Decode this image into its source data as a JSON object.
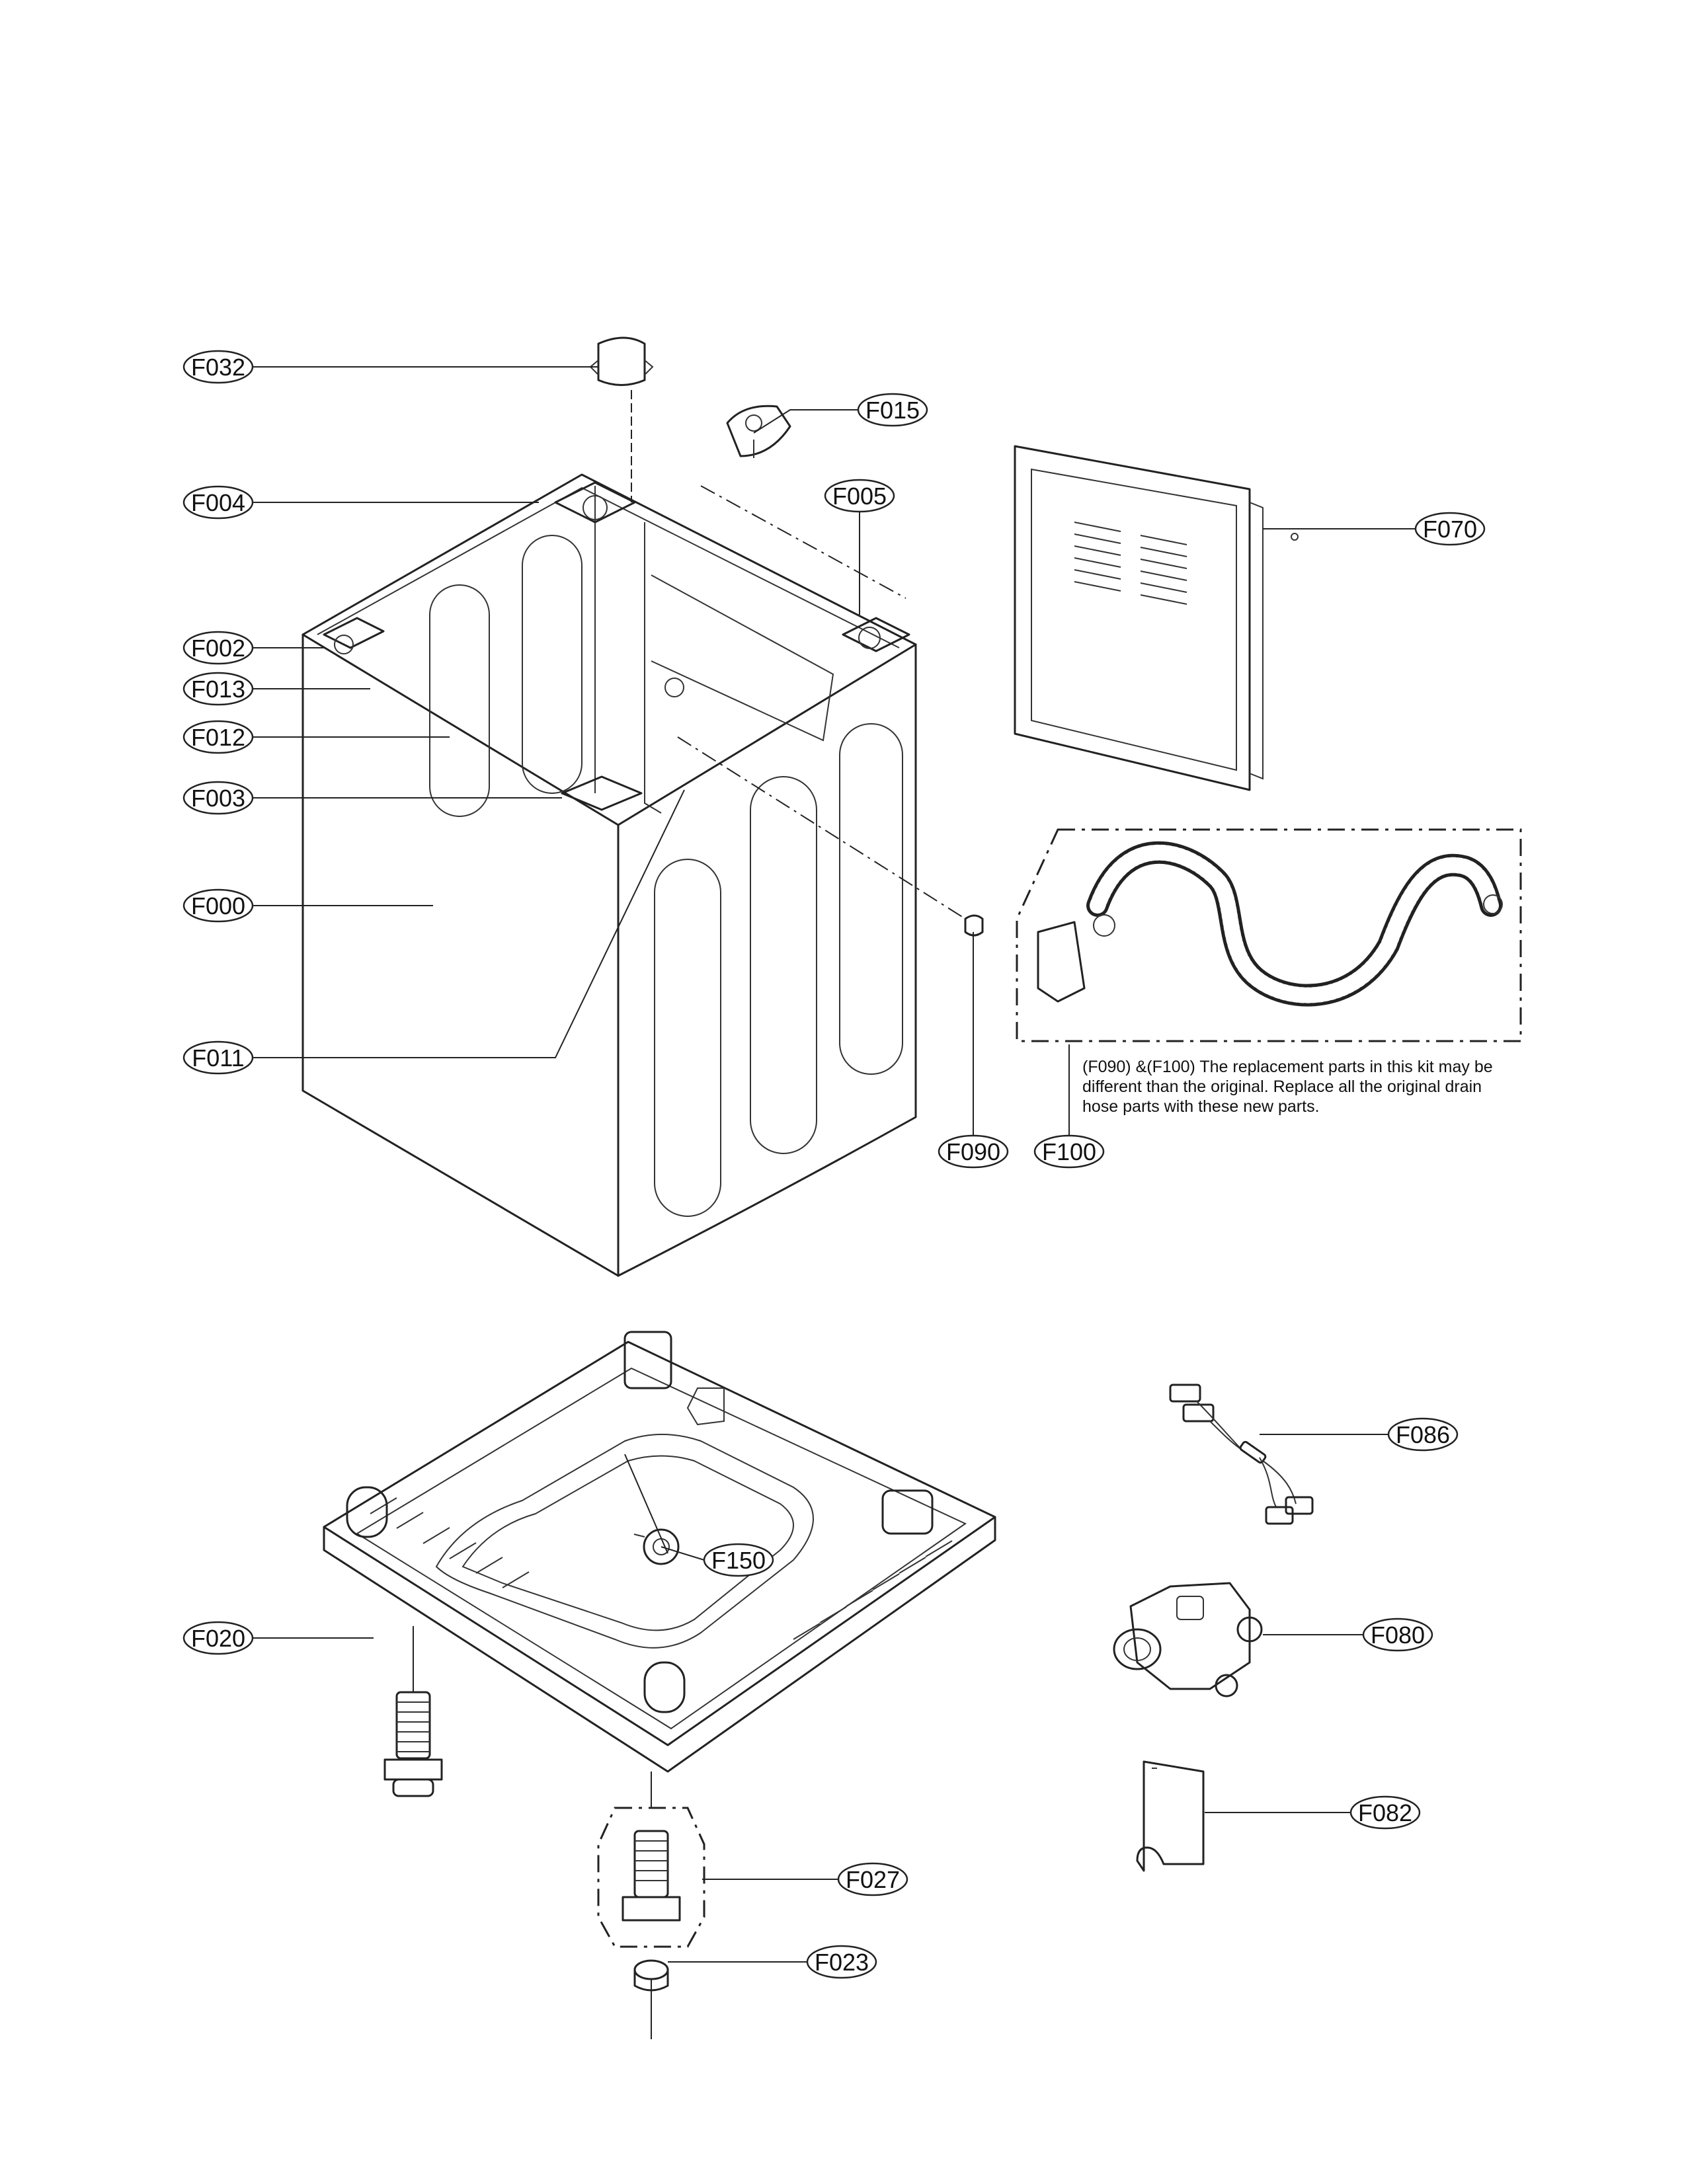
{
  "diagram": {
    "callouts": [
      {
        "id": "F032",
        "label": "F032"
      },
      {
        "id": "F015",
        "label": "F015"
      },
      {
        "id": "F004",
        "label": "F004"
      },
      {
        "id": "F005",
        "label": "F005"
      },
      {
        "id": "F070",
        "label": "F070"
      },
      {
        "id": "F002",
        "label": "F002"
      },
      {
        "id": "F013",
        "label": "F013"
      },
      {
        "id": "F012",
        "label": "F012"
      },
      {
        "id": "F003",
        "label": "F003"
      },
      {
        "id": "F000",
        "label": "F000"
      },
      {
        "id": "F011",
        "label": "F011"
      },
      {
        "id": "F090",
        "label": "F090"
      },
      {
        "id": "F100",
        "label": "F100"
      },
      {
        "id": "F086",
        "label": "F086"
      },
      {
        "id": "F150",
        "label": "F150"
      },
      {
        "id": "F020",
        "label": "F020"
      },
      {
        "id": "F080",
        "label": "F080"
      },
      {
        "id": "F082",
        "label": "F082"
      },
      {
        "id": "F027",
        "label": "F027"
      },
      {
        "id": "F023",
        "label": "F023"
      }
    ],
    "kit_note": [
      "(F090) &(F100) The replacement parts in this kit may be",
      "different than the original. Replace all the original drain",
      "hose parts with these new parts."
    ]
  }
}
